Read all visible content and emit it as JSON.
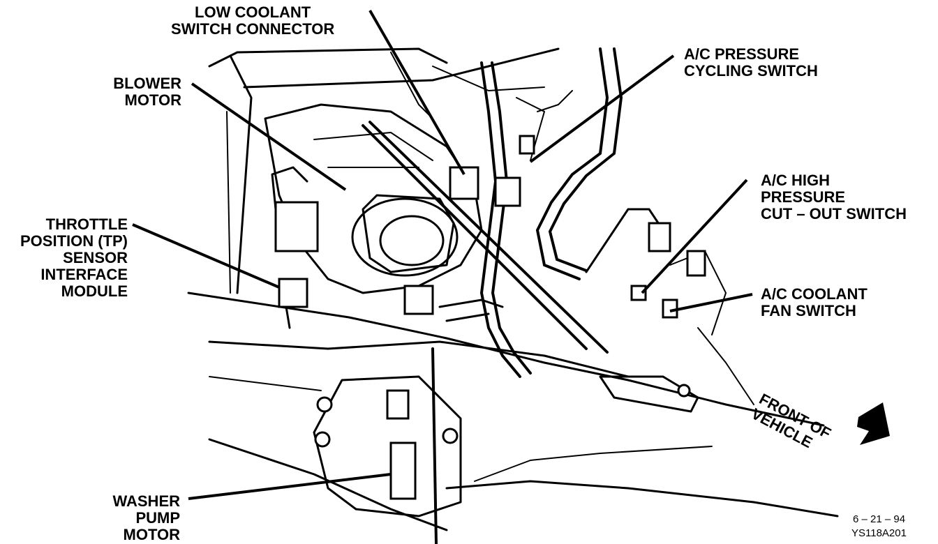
{
  "labels": {
    "low_coolant": [
      "LOW COOLANT",
      "SWITCH CONNECTOR"
    ],
    "blower_motor": [
      "BLOWER",
      "MOTOR"
    ],
    "ac_pressure_cycling": [
      "A/C PRESSURE",
      "CYCLING SWITCH"
    ],
    "ac_high_pressure": [
      "A/C HIGH",
      "PRESSURE",
      "CUT – OUT SWITCH"
    ],
    "tp_sensor": [
      "THROTTLE",
      "POSITION (TP)",
      "SENSOR",
      "INTERFACE",
      "MODULE"
    ],
    "ac_coolant_fan": [
      "A/C COOLANT",
      "FAN SWITCH"
    ],
    "washer_pump": [
      "WASHER",
      "PUMP",
      "MOTOR"
    ],
    "front_of_vehicle": [
      "FRONT OF",
      "VEHICLE"
    ]
  },
  "footer": {
    "date": "6 – 21 – 94",
    "code": "YS118A201"
  },
  "icons": {
    "direction_arrow": "arrow-down-right-icon"
  }
}
